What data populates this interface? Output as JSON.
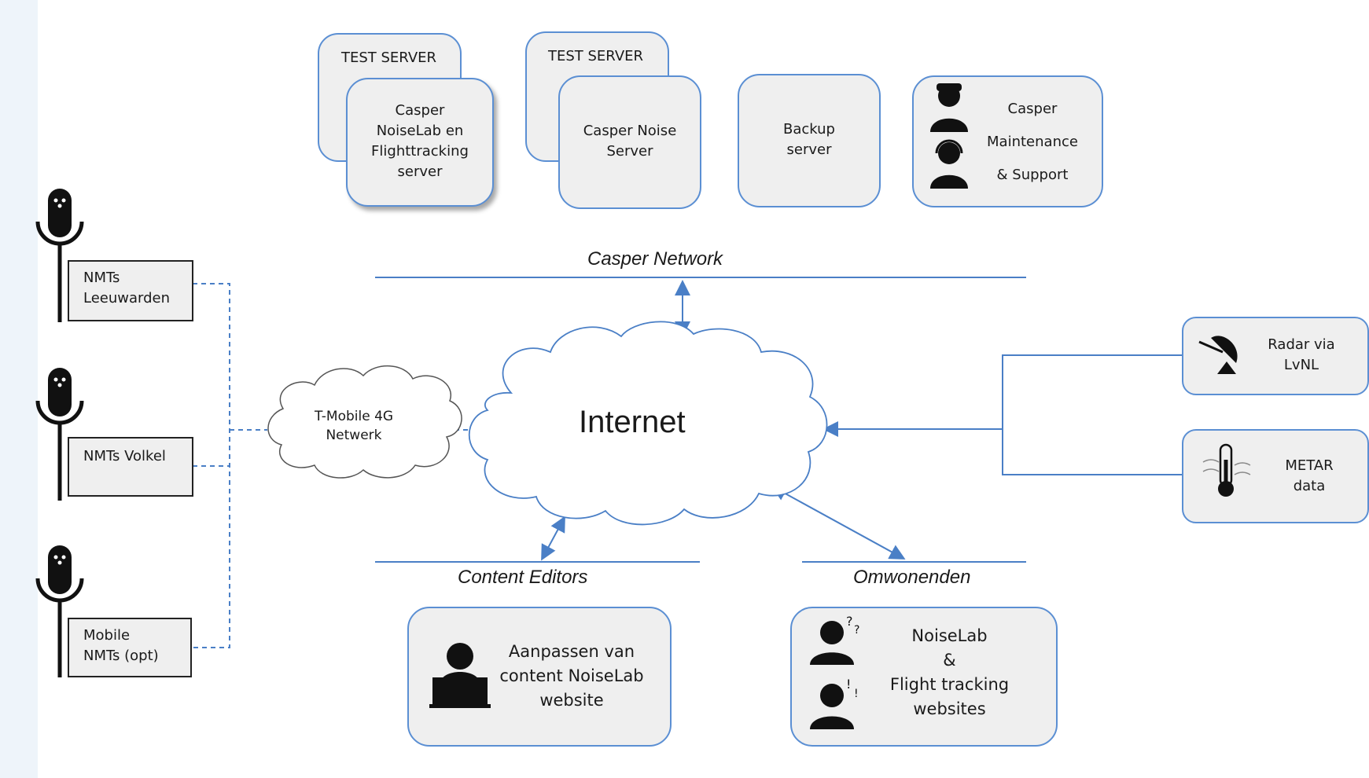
{
  "servers": {
    "test1_label": "TEST SERVER",
    "test2_label": "TEST SERVER",
    "noiselab_server": [
      "Casper",
      "NoiseLab en",
      "Flighttracking",
      "server"
    ],
    "noise_server": [
      "Casper Noise",
      "Server"
    ],
    "backup_server": [
      "Backup",
      "server"
    ],
    "support": [
      "Casper",
      "Maintenance",
      "& Support"
    ]
  },
  "networks": {
    "casper": "Casper Network",
    "content_editors": "Content Editors",
    "omwonenden": "Omwonenden",
    "internet": "Internet",
    "tmobile": [
      "T-Mobile 4G",
      "Netwerk"
    ]
  },
  "nmts": {
    "leeuwarden": [
      "NMTs",
      "Leeuwarden"
    ],
    "volkel": [
      "NMTs Volkel"
    ],
    "mobile": [
      "Mobile",
      "NMTs (opt)"
    ]
  },
  "sources": {
    "radar": [
      "Radar via",
      "LvNL"
    ],
    "metar": [
      "METAR",
      "data"
    ]
  },
  "bottom": {
    "editor_box": [
      "Aanpassen van",
      "content NoiseLab",
      "website"
    ],
    "public_box": [
      "NoiseLab",
      "&",
      "Flight tracking",
      "websites"
    ]
  },
  "icons": {
    "microphone": "microphone-icon",
    "support_people": "support-person-icon",
    "editor": "laptop-user-icon",
    "residents": "person-question-icon",
    "radar": "radar-dish-icon",
    "metar": "thermometer-icon"
  },
  "colors": {
    "line": "#4a7fc6",
    "box_border": "#5b8fd3",
    "box_fill": "#efefef"
  }
}
